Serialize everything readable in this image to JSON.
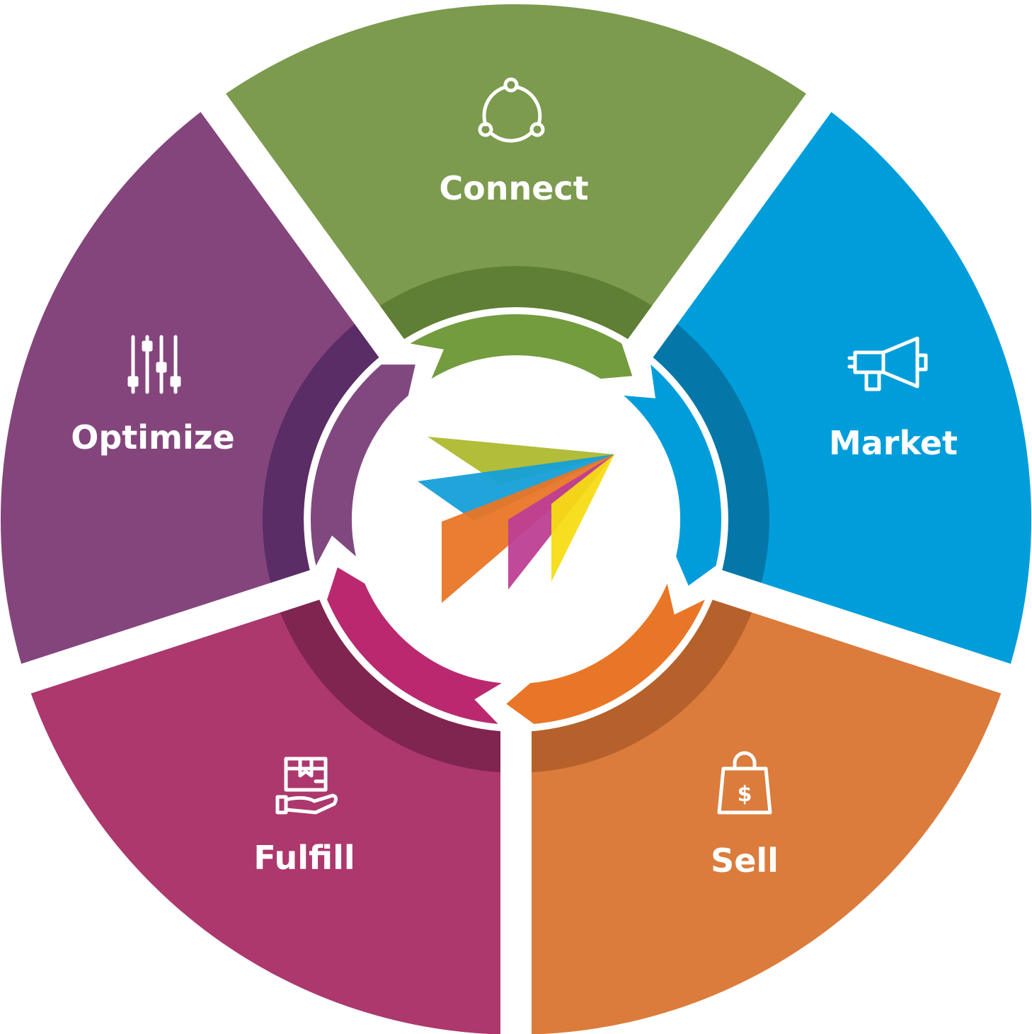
{
  "segments": [
    {
      "key": "connect",
      "label": "Connect",
      "icon": "connect-network-icon",
      "color": "#7c9b4e",
      "shade": "#5f7f35",
      "arrow": "#739c3f"
    },
    {
      "key": "market",
      "label": "Market",
      "icon": "megaphone-icon",
      "color": "#009ddb",
      "shade": "#0477a8",
      "arrow": "#019ddb"
    },
    {
      "key": "sell",
      "label": "Sell",
      "icon": "shopping-bag-icon",
      "color": "#db7c3c",
      "shade": "#b6612b",
      "arrow": "#e97626"
    },
    {
      "key": "fulfill",
      "label": "Fulfill",
      "icon": "package-hand-icon",
      "color": "#ac386d",
      "shade": "#7f2550",
      "arrow": "#ba2970"
    },
    {
      "key": "optimize",
      "label": "Optimize",
      "icon": "sliders-icon",
      "color": "#84457c",
      "shade": "#5a2d66",
      "arrow": "#814880"
    }
  ],
  "logo": {
    "icon": "paper-plane-logo-icon",
    "colors": [
      "#b2bd3a",
      "#159fd7",
      "#e97626",
      "#be3f95",
      "#f7dc14"
    ]
  }
}
